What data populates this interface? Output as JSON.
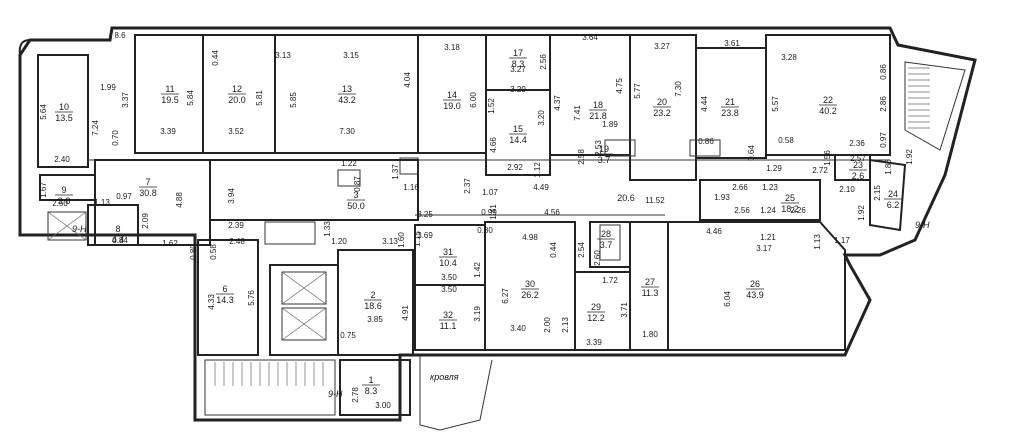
{
  "rooms": [
    {
      "num": "1",
      "area": "8.3"
    },
    {
      "num": "2",
      "area": "18.6"
    },
    {
      "num": "3",
      "area": "50.0"
    },
    {
      "num": "6",
      "area": "14.3"
    },
    {
      "num": "7",
      "area": "30.8"
    },
    {
      "num": "8",
      "area": "4.4"
    },
    {
      "num": "9",
      "area": "3.8"
    },
    {
      "num": "10",
      "area": "13.5"
    },
    {
      "num": "11",
      "area": "19.5"
    },
    {
      "num": "12",
      "area": "20.0"
    },
    {
      "num": "13",
      "area": "43.2"
    },
    {
      "num": "14",
      "area": "19.0"
    },
    {
      "num": "15",
      "area": "14.4"
    },
    {
      "num": "17",
      "area": "8.3"
    },
    {
      "num": "18",
      "area": "21.8"
    },
    {
      "num": "19",
      "area": "3.7"
    },
    {
      "num": "20",
      "area": "23.2"
    },
    {
      "num": "21",
      "area": "23.8"
    },
    {
      "num": "22",
      "area": "40.2"
    },
    {
      "num": "23",
      "area": "2.6"
    },
    {
      "num": "24",
      "area": "6.2"
    },
    {
      "num": "25",
      "area": "18.2"
    },
    {
      "num": "26",
      "area": "43.9"
    },
    {
      "num": "27",
      "area": "11.3"
    },
    {
      "num": "28",
      "area": "3.7"
    },
    {
      "num": "29",
      "area": "12.2"
    },
    {
      "num": "30",
      "area": "26.2"
    },
    {
      "num": "31",
      "area": "10.4"
    },
    {
      "num": "32",
      "area": "11.1"
    },
    {
      "num": "",
      "area": "20.6"
    }
  ],
  "labels": {
    "roof": "кровля",
    "stair_left": "9-Н",
    "stair_right": "9-Н",
    "stair_mid": "9-Н"
  },
  "dimensions": [
    "8.6",
    "5.64",
    "2.40",
    "1.99",
    "3.37",
    "7.24",
    "0.70",
    "1.67",
    "2.50",
    "0.97",
    "1.13",
    "0.84",
    "1.62",
    "5.84",
    "3.39",
    "0.44",
    "5.81",
    "3.52",
    "3.13",
    "3.15",
    "5.85",
    "7.30",
    "3.18",
    "6.00",
    "4.04",
    "3.27",
    "2.56",
    "3.29",
    "1.52",
    "3.20",
    "4.66",
    "3.64",
    "4.37",
    "4.75",
    "7.41",
    "1.89",
    "3.27",
    "5.77",
    "7.30",
    "3.61",
    "4.44",
    "3.28",
    "0.86",
    "5.57",
    "2.86",
    "0.58",
    "2.36",
    "0.97",
    "0.86",
    "0.64",
    "1.29",
    "1.56",
    "2.57",
    "2.72",
    "1.86",
    "1.92",
    "2.10",
    "2.15",
    "1.92",
    "1.17",
    "1.13",
    "1.22",
    "0.87",
    "1.37",
    "1.16",
    "2.37",
    "1.07",
    "2.92",
    "1.12",
    "2.58",
    "2.53",
    "4.49",
    "11.52",
    "2.66",
    "1.23",
    "1.93",
    "2.56",
    "1.24",
    "2.26",
    "1.21",
    "4.46",
    "3.17",
    "6.04",
    "3.25",
    "0.99",
    "4.56",
    "3.69",
    "0.80",
    "4.98",
    "0.44",
    "2.54",
    "2.60",
    "1.41",
    "3.94",
    "4.88",
    "2.09",
    "2.39",
    "2.48",
    "0.58",
    "0.80",
    "1.33",
    "1.20",
    "3.13",
    "1.60",
    "1.15",
    "4.33",
    "5.76",
    "4.91",
    "3.85",
    "0.75",
    "3.50",
    "3.50",
    "1.42",
    "3.19",
    "6.27",
    "1.72",
    "2.13",
    "2.00",
    "3.71",
    "3.40",
    "3.39",
    "1.80",
    "2.78",
    "3.00"
  ]
}
